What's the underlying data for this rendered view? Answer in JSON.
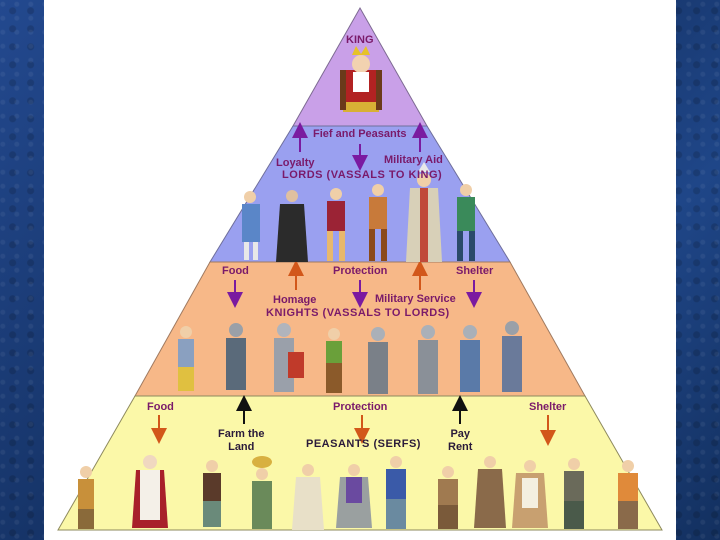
{
  "tiers": {
    "king": {
      "title": "KING"
    },
    "lords": {
      "top_flow": "Fief and Peasants",
      "left_flow": "Loyalty",
      "right_flow": "Military Aid",
      "title": "LORDS (VASSALS TO KING)",
      "bottom_left": "Food",
      "bottom_center": "Protection",
      "bottom_right": "Shelter"
    },
    "knights": {
      "left_flow": "Homage",
      "right_flow": "Military Service",
      "title": "KNIGHTS (VASSALS TO LORDS)",
      "bottom_left": "Food",
      "bottom_center": "Protection",
      "bottom_right": "Shelter"
    },
    "peasants": {
      "left_flow": "Farm the\nLand",
      "title": "PEASANTS (SERFS)",
      "right_flow": "Pay\nRent"
    }
  },
  "colors": {
    "king_tier": "#c9a0e8",
    "lords_tier": "#9aa0f0",
    "knights_tier": "#f7b888",
    "peasants_tier": "#fbf8a8",
    "arrow_purple": "#7a1aa0",
    "arrow_orange": "#d2571a",
    "arrow_black": "#111111",
    "text": "#7a1a6a"
  }
}
